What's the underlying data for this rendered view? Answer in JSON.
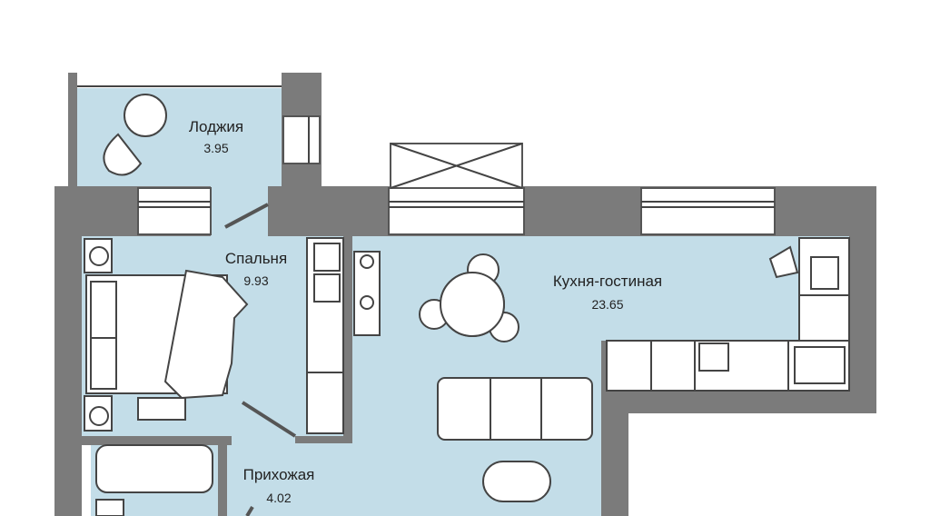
{
  "plan": {
    "rooms": [
      {
        "name": "Лоджия",
        "area": "3.95"
      },
      {
        "name": "Спальня",
        "area": "9.93"
      },
      {
        "name": "Кухня-гостиная",
        "area": "23.65"
      },
      {
        "name": "Прихожая",
        "area": "4.02"
      }
    ],
    "colors": {
      "wall": "#7b7b7b",
      "floor": "#c3dde8",
      "background": "#ffffff"
    }
  }
}
